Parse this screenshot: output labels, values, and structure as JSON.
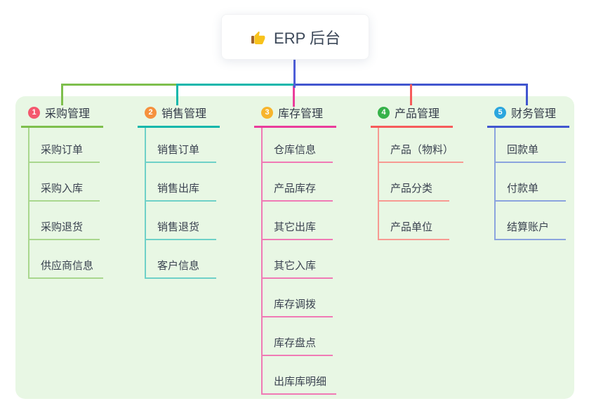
{
  "root": {
    "title": "ERP 后台",
    "icon": "thumbs-up",
    "icon_colors": {
      "hand": "#f8c21b",
      "cuff": "#a0632a"
    }
  },
  "colors": {
    "canvas_bg": "#ffffff",
    "panel_bg": "#e8f7e4",
    "root_connector": "#4f5ed8",
    "text_dark": "#333b49",
    "text_child": "#3a4250"
  },
  "branches": [
    {
      "badge": "1",
      "title": "采购管理",
      "badge_color": "#f4586e",
      "line_color": "#7ebf4d",
      "child_line_color": "#a9d78e",
      "children": [
        "采购订单",
        "采购入库",
        "采购退货",
        "供应商信息"
      ]
    },
    {
      "badge": "2",
      "title": "销售管理",
      "badge_color": "#f5913e",
      "line_color": "#12b7ab",
      "child_line_color": "#6fd1c8",
      "children": [
        "销售订单",
        "销售出库",
        "销售退货",
        "客户信息"
      ]
    },
    {
      "badge": "3",
      "title": "库存管理",
      "badge_color": "#f7b52c",
      "line_color": "#ea3d9b",
      "child_line_color": "#f07ab5",
      "children": [
        "仓库信息",
        "产品库存",
        "其它出库",
        "其它入库",
        "库存调拨",
        "库存盘点",
        "出库库明细"
      ]
    },
    {
      "badge": "4",
      "title": "产品管理",
      "badge_color": "#36b24a",
      "line_color": "#f65b5b",
      "child_line_color": "#f79a92",
      "children": [
        "产品（物料）",
        "产品分类",
        "产品单位"
      ]
    },
    {
      "badge": "5",
      "title": "财务管理",
      "badge_color": "#2ba6de",
      "line_color": "#4156cf",
      "child_line_color": "#8ba4de",
      "children": [
        "回款单",
        "付款单",
        "结算账户"
      ]
    }
  ]
}
